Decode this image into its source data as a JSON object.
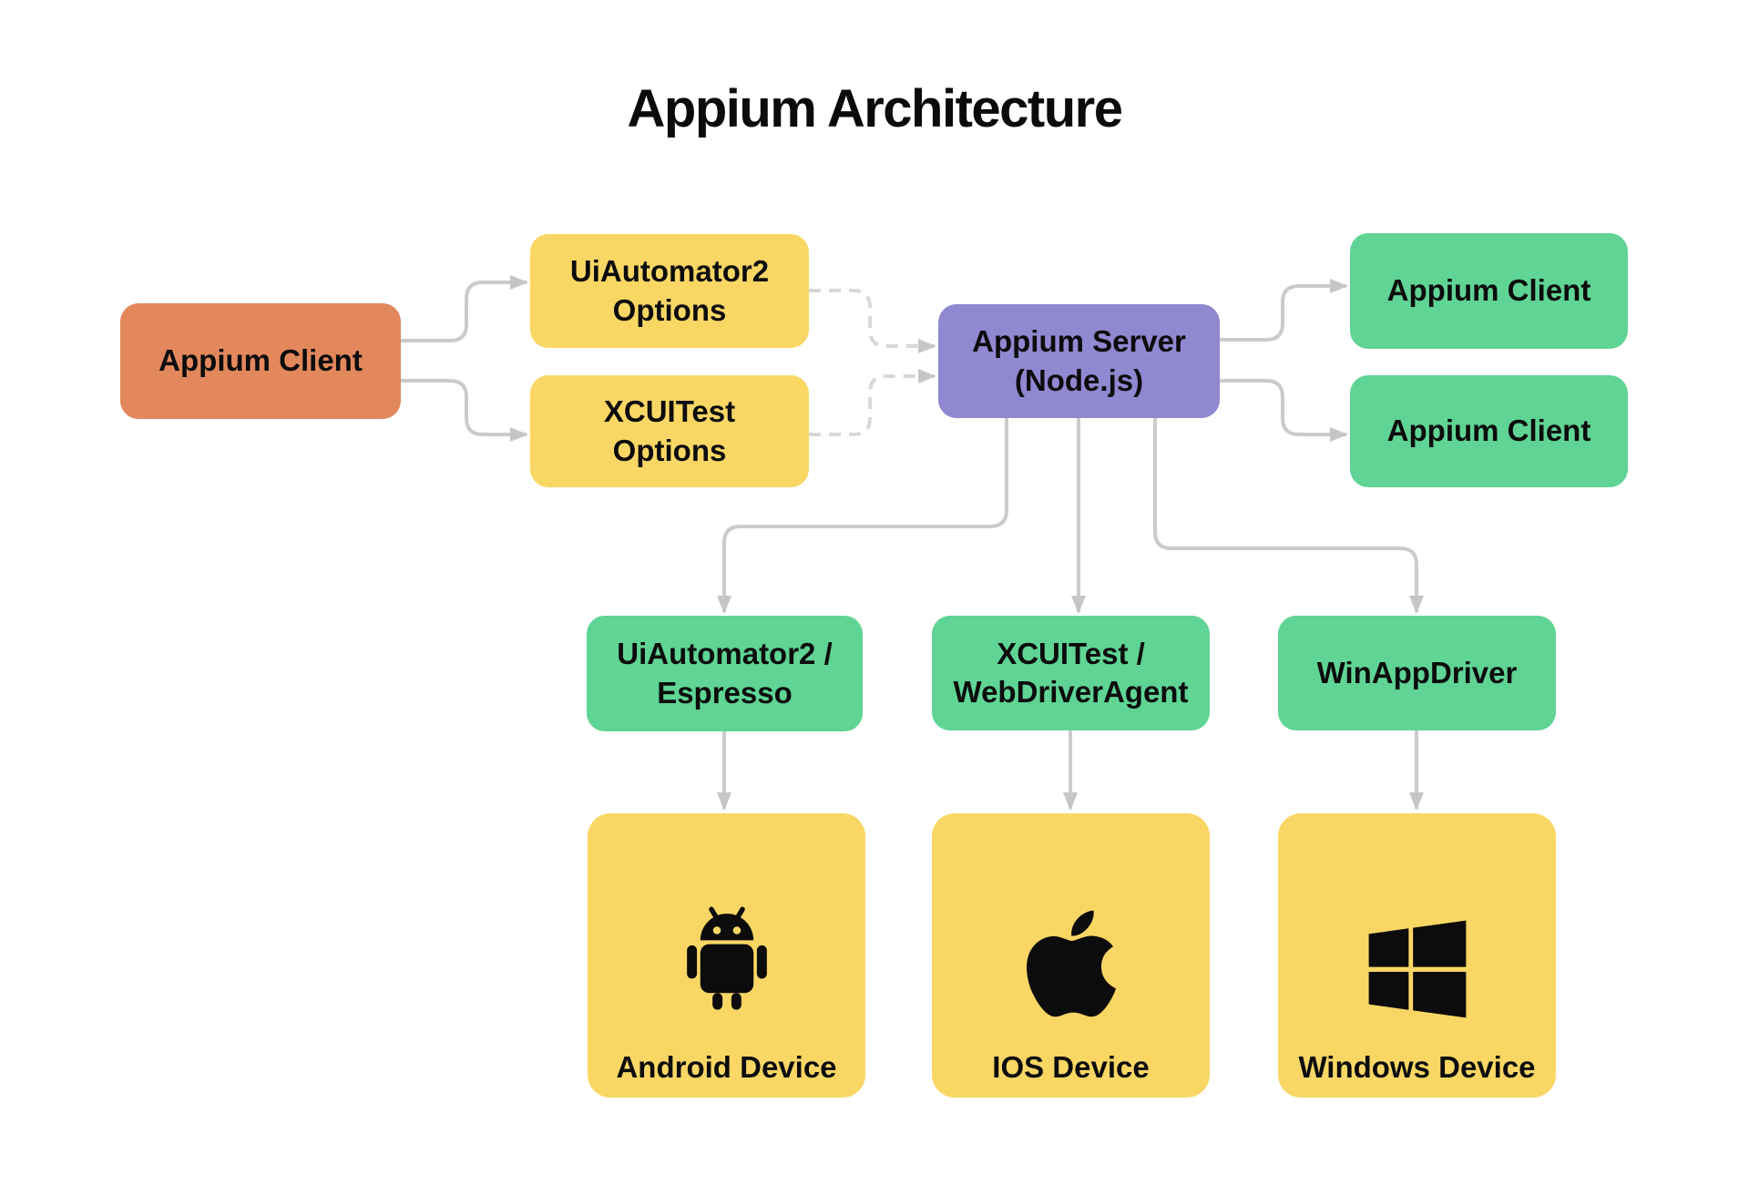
{
  "title": "Appium Architecture",
  "colors": {
    "client_orange": "#e2885c",
    "options_yellow": "#fad765",
    "server_purple": "#9088d1",
    "driver_green": "#5fd494",
    "device_yellow": "#fad765",
    "connector_gray": "#cbcbcb",
    "connector_dashed_gray": "#d8d8d8",
    "text_black": "#0c0c0c",
    "background": "#ffffff"
  },
  "nodes": {
    "client_left": {
      "label": "Appium Client"
    },
    "uia2_options": {
      "label": "UiAutomator2\nOptions"
    },
    "xcuitest_options": {
      "label": "XCUITest\nOptions"
    },
    "server": {
      "label": "Appium Server\n(Node.js)"
    },
    "client_right_top": {
      "label": "Appium Client"
    },
    "client_right_bottom": {
      "label": "Appium Client"
    },
    "uia2_espresso": {
      "label": "UiAutomator2 /\nEspresso"
    },
    "xcuitest_wda": {
      "label": "XCUITest /\nWebDriverAgent"
    },
    "winappdriver": {
      "label": "WinAppDriver"
    },
    "android_device": {
      "label": "Android Device",
      "icon": "android-icon"
    },
    "ios_device": {
      "label": "IOS Device",
      "icon": "apple-icon"
    },
    "windows_device": {
      "label": "Windows Device",
      "icon": "windows-icon"
    }
  },
  "edges": [
    {
      "from": "appium-client-left",
      "to": "uiautomator2-options",
      "style": "solid"
    },
    {
      "from": "appium-client-left",
      "to": "xcuitest-options",
      "style": "solid"
    },
    {
      "from": "uiautomator2-options",
      "to": "appium-server",
      "style": "dashed"
    },
    {
      "from": "xcuitest-options",
      "to": "appium-server",
      "style": "dashed"
    },
    {
      "from": "appium-server",
      "to": "appium-client-right-top",
      "style": "solid"
    },
    {
      "from": "appium-server",
      "to": "appium-client-right-bottom",
      "style": "solid"
    },
    {
      "from": "appium-server",
      "to": "uiautomator2-espresso",
      "style": "solid"
    },
    {
      "from": "appium-server",
      "to": "xcuitest-webdriveragent",
      "style": "solid"
    },
    {
      "from": "appium-server",
      "to": "winappdriver",
      "style": "solid"
    },
    {
      "from": "uiautomator2-espresso",
      "to": "android-device",
      "style": "solid"
    },
    {
      "from": "xcuitest-webdriveragent",
      "to": "ios-device",
      "style": "solid"
    },
    {
      "from": "winappdriver",
      "to": "windows-device",
      "style": "solid"
    }
  ]
}
